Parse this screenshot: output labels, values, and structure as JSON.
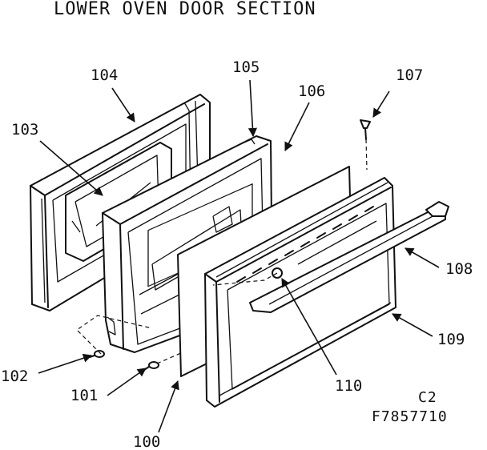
{
  "title": "LOWER OVEN DOOR SECTION",
  "parts": [
    {
      "number": "100"
    },
    {
      "number": "101"
    },
    {
      "number": "102"
    },
    {
      "number": "103"
    },
    {
      "number": "104"
    },
    {
      "number": "105"
    },
    {
      "number": "106"
    },
    {
      "number": "107"
    },
    {
      "number": "108"
    },
    {
      "number": "109"
    },
    {
      "number": "110"
    }
  ],
  "drawing_code": {
    "line1": "C2",
    "line2": "F7857710"
  }
}
